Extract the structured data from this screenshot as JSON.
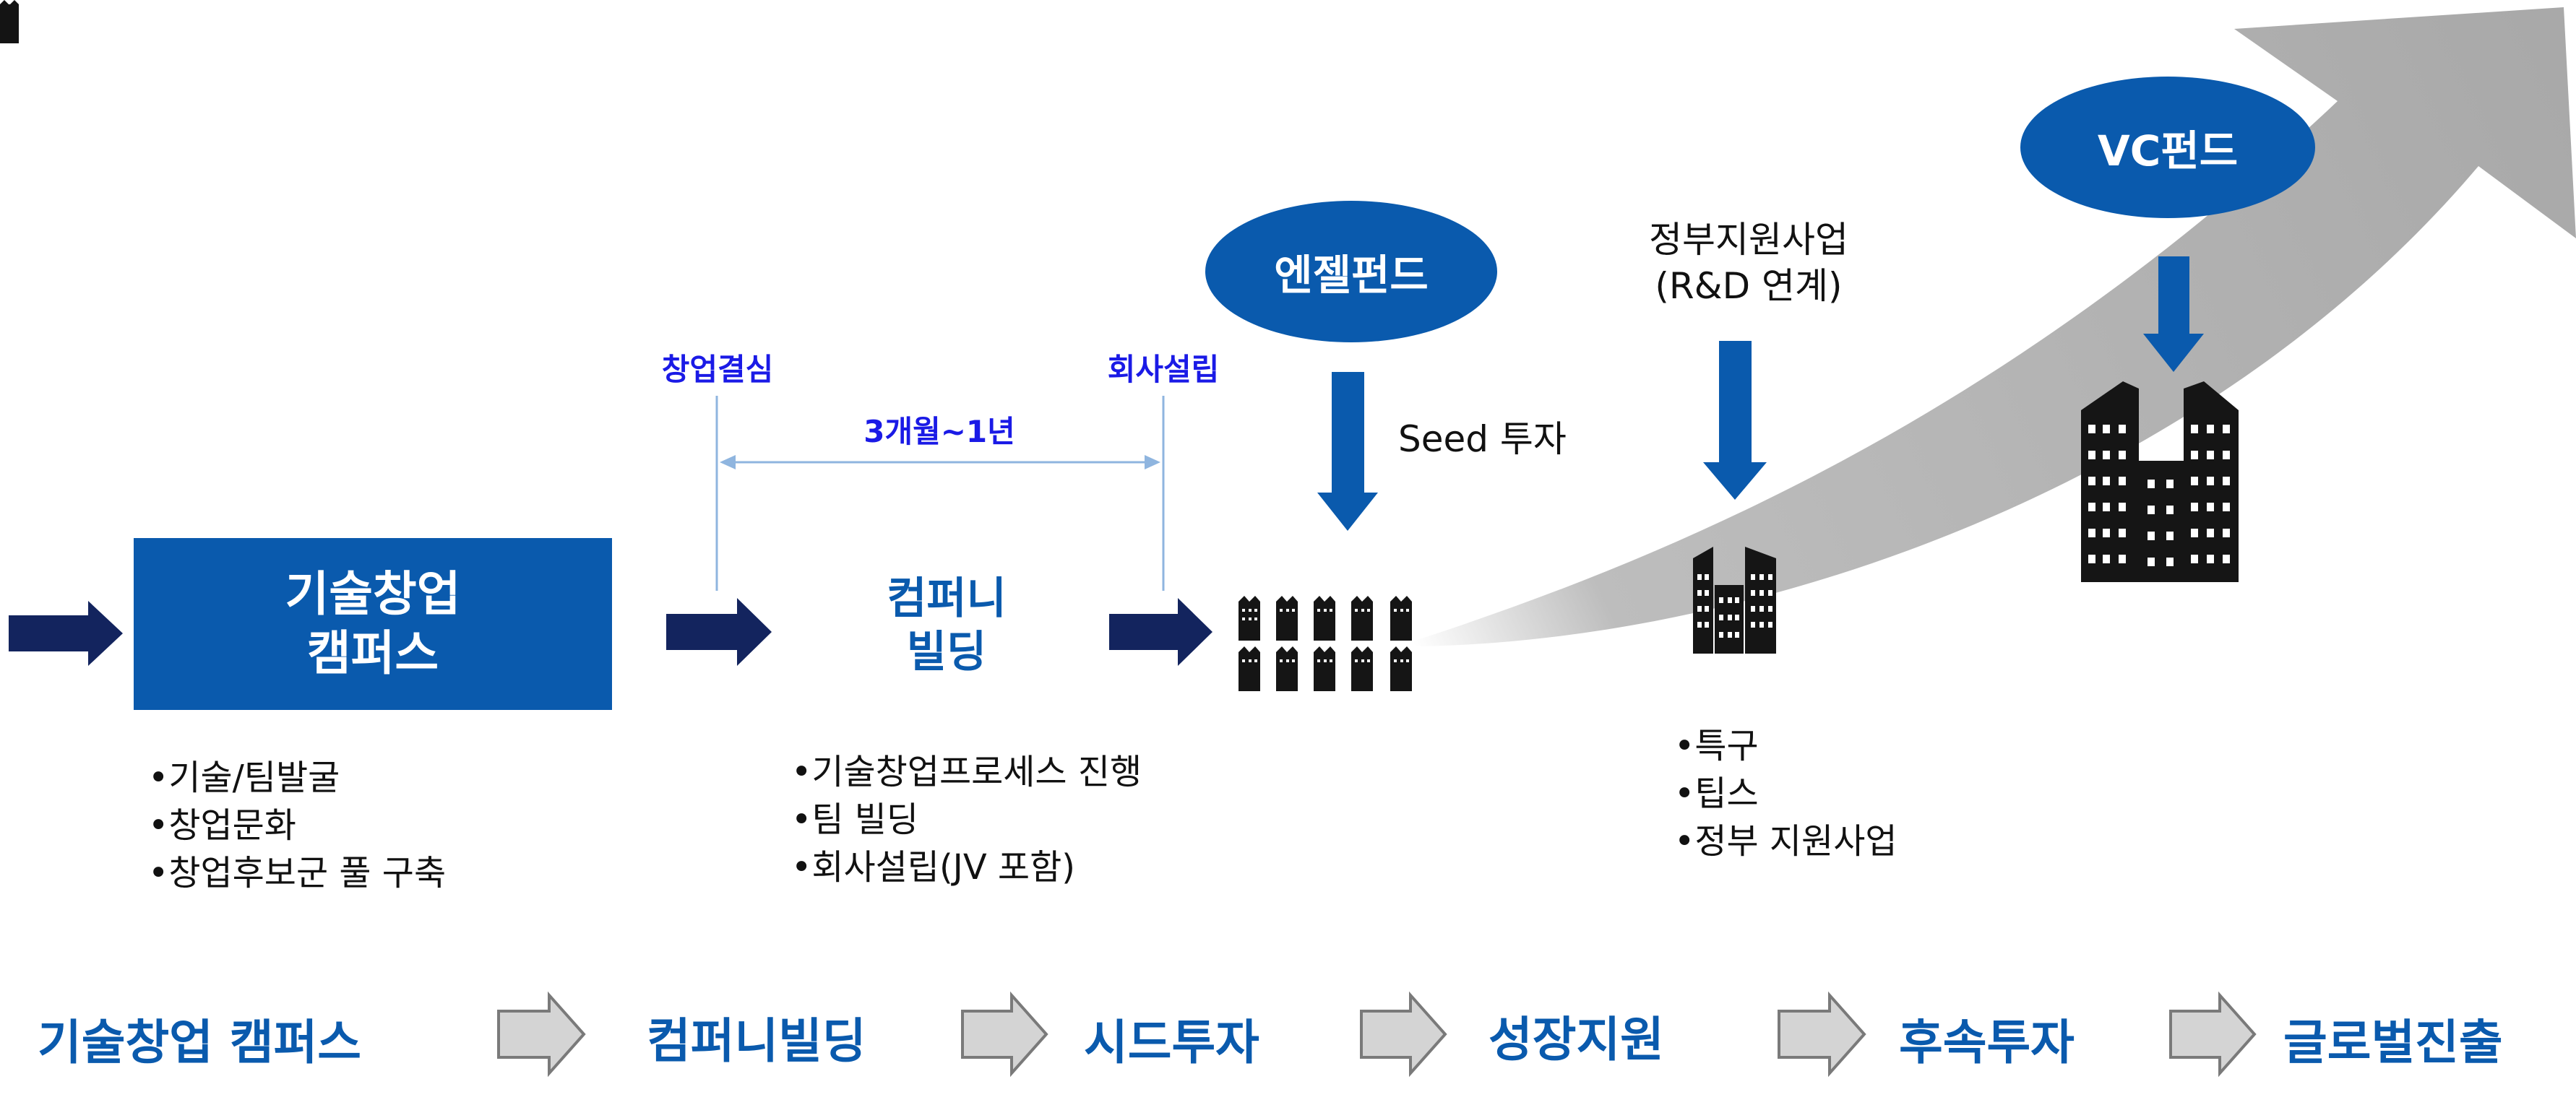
{
  "stages_top": {
    "campus_line1": "기술창업",
    "campus_line2": "캠퍼스",
    "company_line1": "컴퍼니",
    "company_line2": "빌딩"
  },
  "timeline": {
    "start_label": "창업결심",
    "end_label": "회사설립",
    "duration": "3개월~1년"
  },
  "funds": {
    "angel": "엔젤펀드",
    "seed": "Seed 투자",
    "gov_line1": "정부지원사업",
    "gov_line2": "(R&D 연계)",
    "vc": "VC펀드"
  },
  "bullets": {
    "campus": [
      "•기술/팀발굴",
      "•창업문화",
      "•창업후보군 풀 구축"
    ],
    "company": [
      "•기술창업프로세스 진행",
      "•팀 빌딩",
      "•회사설립(JV 포함)"
    ],
    "growth": [
      "•특구",
      "•팁스",
      "•정부 지원사업"
    ]
  },
  "bottom_flow": [
    "기술창업 캠퍼스",
    "컴퍼니빌딩",
    "시드투자",
    "성장지원",
    "후속투자",
    "글로벌진출"
  ],
  "colors": {
    "primary_blue": "#0a5aad",
    "navy_arrow": "#13245e",
    "label_blue": "#1a1ae6",
    "growth_gray": "#b0b0b0",
    "chevron_gray": "#d4d4d4"
  },
  "icons": [
    "right-arrow-icon",
    "down-arrow-icon",
    "building-icon",
    "growth-curve-arrow",
    "chevron-arrow-icon"
  ]
}
